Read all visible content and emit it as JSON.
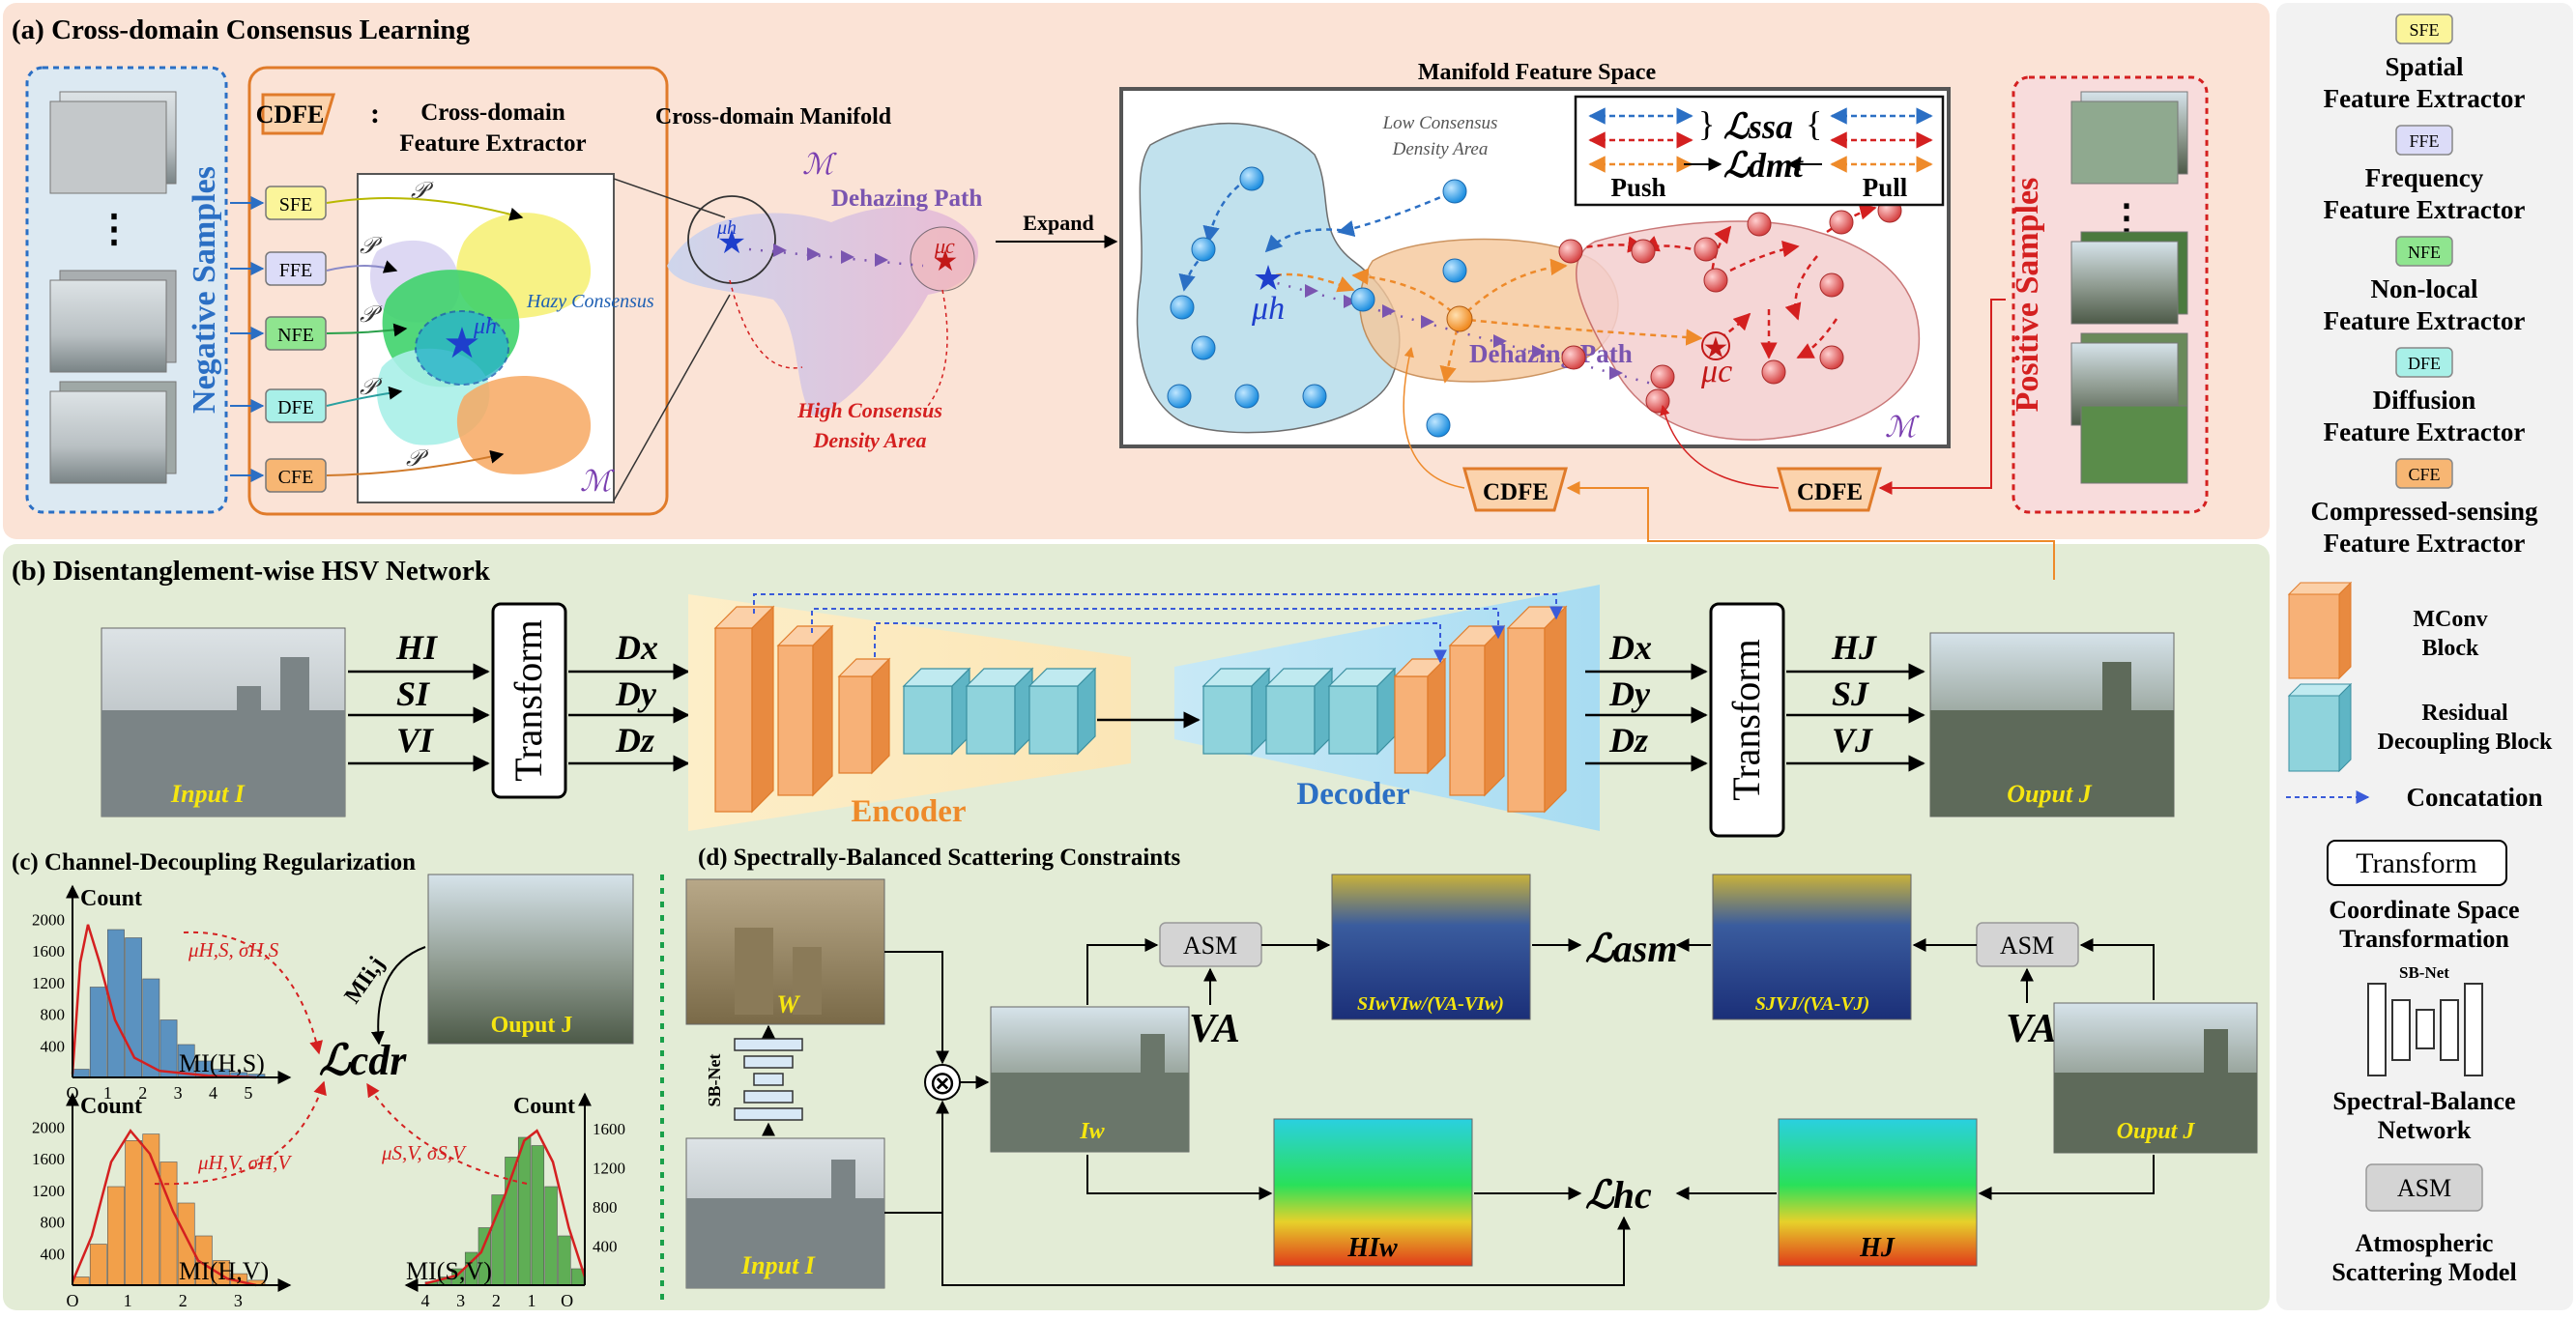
{
  "panel_a": {
    "title": "(a) Cross-domain Consensus Learning",
    "negative_label": "Negative Samples",
    "positive_label": "Positive Samples",
    "ellipsis": "⋮",
    "cdfe": "CDFE",
    "colon": ":",
    "cdfe_desc_1": "Cross-domain",
    "cdfe_desc_2": "Feature Extractor",
    "extractors": [
      "SFE",
      "FFE",
      "NFE",
      "DFE",
      "CFE"
    ],
    "p_symbol": "𝒫",
    "m_symbol": "ℳ",
    "hazy_consensus": "Hazy Consensus",
    "mu_h": "μh",
    "mu_c": "μc",
    "manifold_title": "Cross-domain Manifold",
    "dehazing_path": "Dehazing Path",
    "high_consensus_1": "High Consensus",
    "high_consensus_2": "Density Area",
    "expand": "Expand",
    "feature_space_title": "Manifold Feature Space",
    "low_consensus_1": "Low Consensus",
    "low_consensus_2": "Density Area",
    "loss_ssa": "ℒssa",
    "loss_dmt": "ℒdmt",
    "push": "Push",
    "pull": "Pull"
  },
  "panel_b": {
    "title": "(b) Disentanglement-wise HSV Network",
    "input_label": "Input I",
    "output_label": "Ouput J",
    "in_channels": [
      "HI",
      "SI",
      "VI"
    ],
    "d_channels": [
      "Dx",
      "Dy",
      "Dz"
    ],
    "out_channels": [
      "HJ",
      "SJ",
      "VJ"
    ],
    "transform": "Transform",
    "encoder": "Encoder",
    "decoder": "Decoder"
  },
  "panel_c": {
    "title": "(c) Channel-Decoupling Regularization",
    "count": "Count",
    "hist1": {
      "xlabel": "MI(H,S)",
      "yticks": [
        "2000",
        "1600",
        "1200",
        "800",
        "400"
      ],
      "xticks": [
        "O",
        "1",
        "2",
        "3",
        "4",
        "5"
      ],
      "annot": "μH,S, σH,S"
    },
    "hist2": {
      "xlabel": "MI(H,V)",
      "yticks": [
        "2000",
        "1600",
        "1200",
        "800",
        "400"
      ],
      "xticks": [
        "O",
        "1",
        "2",
        "3"
      ],
      "annot": "μH,V, σH,V"
    },
    "hist3": {
      "xlabel": "MI(S,V)",
      "yticks": [
        "1600",
        "1200",
        "800",
        "400"
      ],
      "xticks": [
        "4",
        "3",
        "2",
        "1",
        "O"
      ],
      "annot": "μS,V, σS,V"
    },
    "loss_cdr": "ℒcdr",
    "mi_label": "MIi,j",
    "output_label": "Ouput J"
  },
  "panel_d": {
    "title": "(d) Spectrally-Balanced Scattering Constraints",
    "w_label": "W",
    "sbnet_label": "SB-Net",
    "input_label": "Input I",
    "iw_label": "Iw",
    "asm": "ASM",
    "va": "VA",
    "expr_left": "SIwVIw/(VA-VIw)",
    "expr_right": "SJVJ/(VA-VJ)",
    "loss_asm": "ℒasm",
    "loss_hc": "ℒhc",
    "hiw": "HIw",
    "hj": "HJ",
    "output_label": "Ouput J",
    "times": "⊗"
  },
  "legend": {
    "items": [
      {
        "code": "SFE",
        "l1": "Spatial",
        "l2": "Feature Extractor",
        "color": "#fbf59a"
      },
      {
        "code": "FFE",
        "l1": "Frequency",
        "l2": "Feature Extractor",
        "color": "#dcdcf8"
      },
      {
        "code": "NFE",
        "l1": "Non-local",
        "l2": "Feature Extractor",
        "color": "#8fe58f"
      },
      {
        "code": "DFE",
        "l1": "Diffusion",
        "l2": "Feature Extractor",
        "color": "#a8f0e8"
      },
      {
        "code": "CFE",
        "l1": "Compressed-sensing",
        "l2": "Feature Extractor",
        "color": "#f7b673"
      }
    ],
    "mconv_1": "MConv",
    "mconv_2": "Block",
    "resid_1": "Residual",
    "resid_2": "Decoupling Block",
    "concat": "Concatation",
    "transform": "Transform",
    "coord_1": "Coordinate Space",
    "coord_2": "Transformation",
    "sbnet": "SB-Net",
    "sbnet_1": "Spectral-Balance",
    "sbnet_2": "Network",
    "asm": "ASM",
    "asm_1": "Atmospheric",
    "asm_2": "Scattering Model"
  },
  "colors": {
    "panel_a_bg": "#fbe3d6",
    "panel_b_bg": "#e3ecd6",
    "legend_bg": "#f2f2f2",
    "orange_block": "#f5a05a",
    "teal_block": "#8fd3dc",
    "concat_line": "#3a5bd9"
  }
}
